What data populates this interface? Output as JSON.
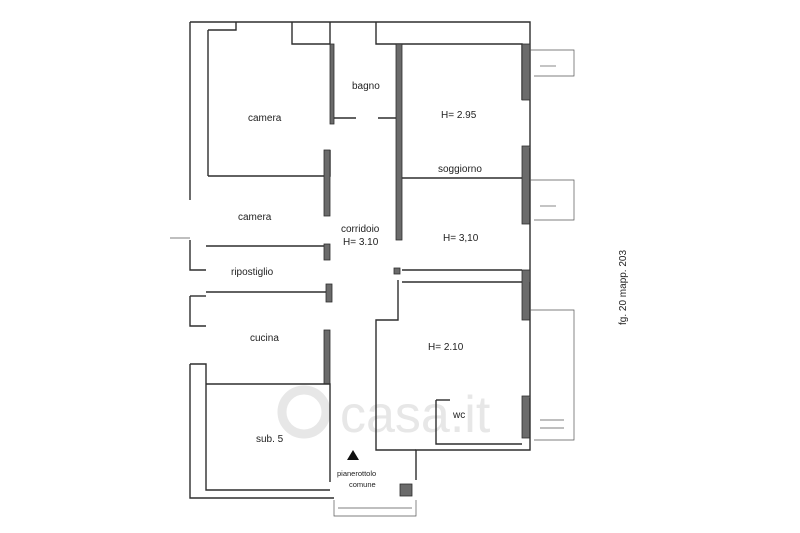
{
  "rooms": {
    "camera_1": "camera",
    "bagno": "bagno",
    "height_1": "H= 2.95",
    "soggiorno": "soggiorno",
    "camera_2": "camera",
    "corridoio": "corridoio",
    "height_corridoio": "H= 3.10",
    "height_2": "H= 3,10",
    "ripostiglio": "ripostiglio",
    "cucina": "cucina",
    "height_3": "H= 2.10",
    "wc": "wc",
    "sub": "sub. 5",
    "pianerottolo_1": "pianerottolo",
    "pianerottolo_2": "comune"
  },
  "side_note": "fg. 20 mapp. 203",
  "watermark": "casa.it"
}
